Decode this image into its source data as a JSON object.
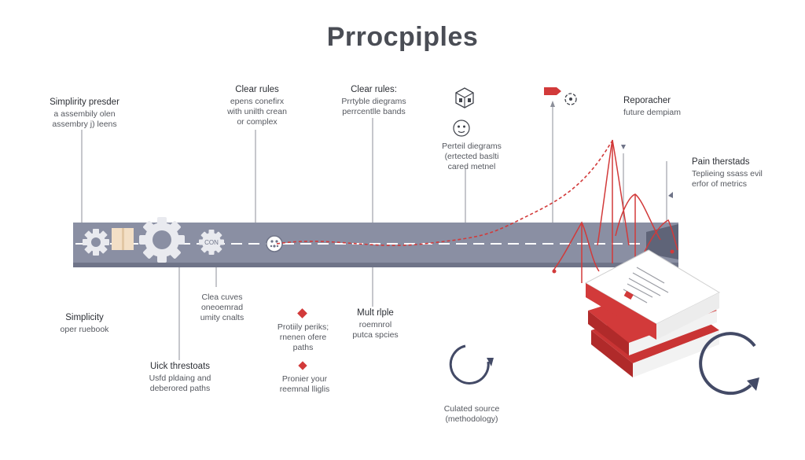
{
  "title": "Prrocpiples",
  "colors": {
    "bar": "#8a8fa3",
    "bar_edge": "#6f7488",
    "accent": "#d23a3a",
    "line": "#8c8f99",
    "ring": "#434a66"
  },
  "labels": {
    "simplicity_presider": {
      "heading": "Simplirity presder",
      "lines": [
        "a  assembily olen",
        "assembry j) leens"
      ]
    },
    "clear_rules_1": {
      "heading": "Clear rules",
      "lines": [
        "epens conefirx",
        "with unilth crean",
        "or complex"
      ]
    },
    "clear_rules_2": {
      "heading": "Clear rules:",
      "lines": [
        "Prrtyble diegrams",
        "perrcentlle bands"
      ]
    },
    "partial_diagrams": {
      "lines": [
        "Perteil diegrams",
        "(ertected baslti",
        "cared metnel"
      ]
    },
    "reporacher": {
      "heading": "Reporacher",
      "lines": [
        "future dempiam"
      ]
    },
    "pain_thresholds": {
      "heading": "Pain therstads",
      "lines": [
        "Teplieing ssass evil",
        "erfor of metrics"
      ]
    },
    "simplicity": {
      "heading": "Simplicity",
      "lines": [
        "oper ruebook"
      ]
    },
    "clear_curves": {
      "lines": [
        "Clea cuves",
        "oneoemrad",
        "umity cnalts"
      ]
    },
    "priority_perks": {
      "lines": [
        "Protiily periks;",
        "rnenen ofere",
        "paths"
      ]
    },
    "multiple": {
      "heading": "Mult rlple",
      "lines": [
        "roemnrol",
        "putca spcies"
      ]
    },
    "uick_thresholds": {
      "heading": "Uick threstoats",
      "lines": [
        "Usfd pldaing and",
        "deberored paths"
      ]
    },
    "pronier": {
      "lines": [
        "Pronier your",
        "reemnal lliglis"
      ]
    },
    "curated_source": {
      "lines": [
        "Culated source",
        "(methodology)"
      ]
    }
  },
  "gear_text": "CON"
}
